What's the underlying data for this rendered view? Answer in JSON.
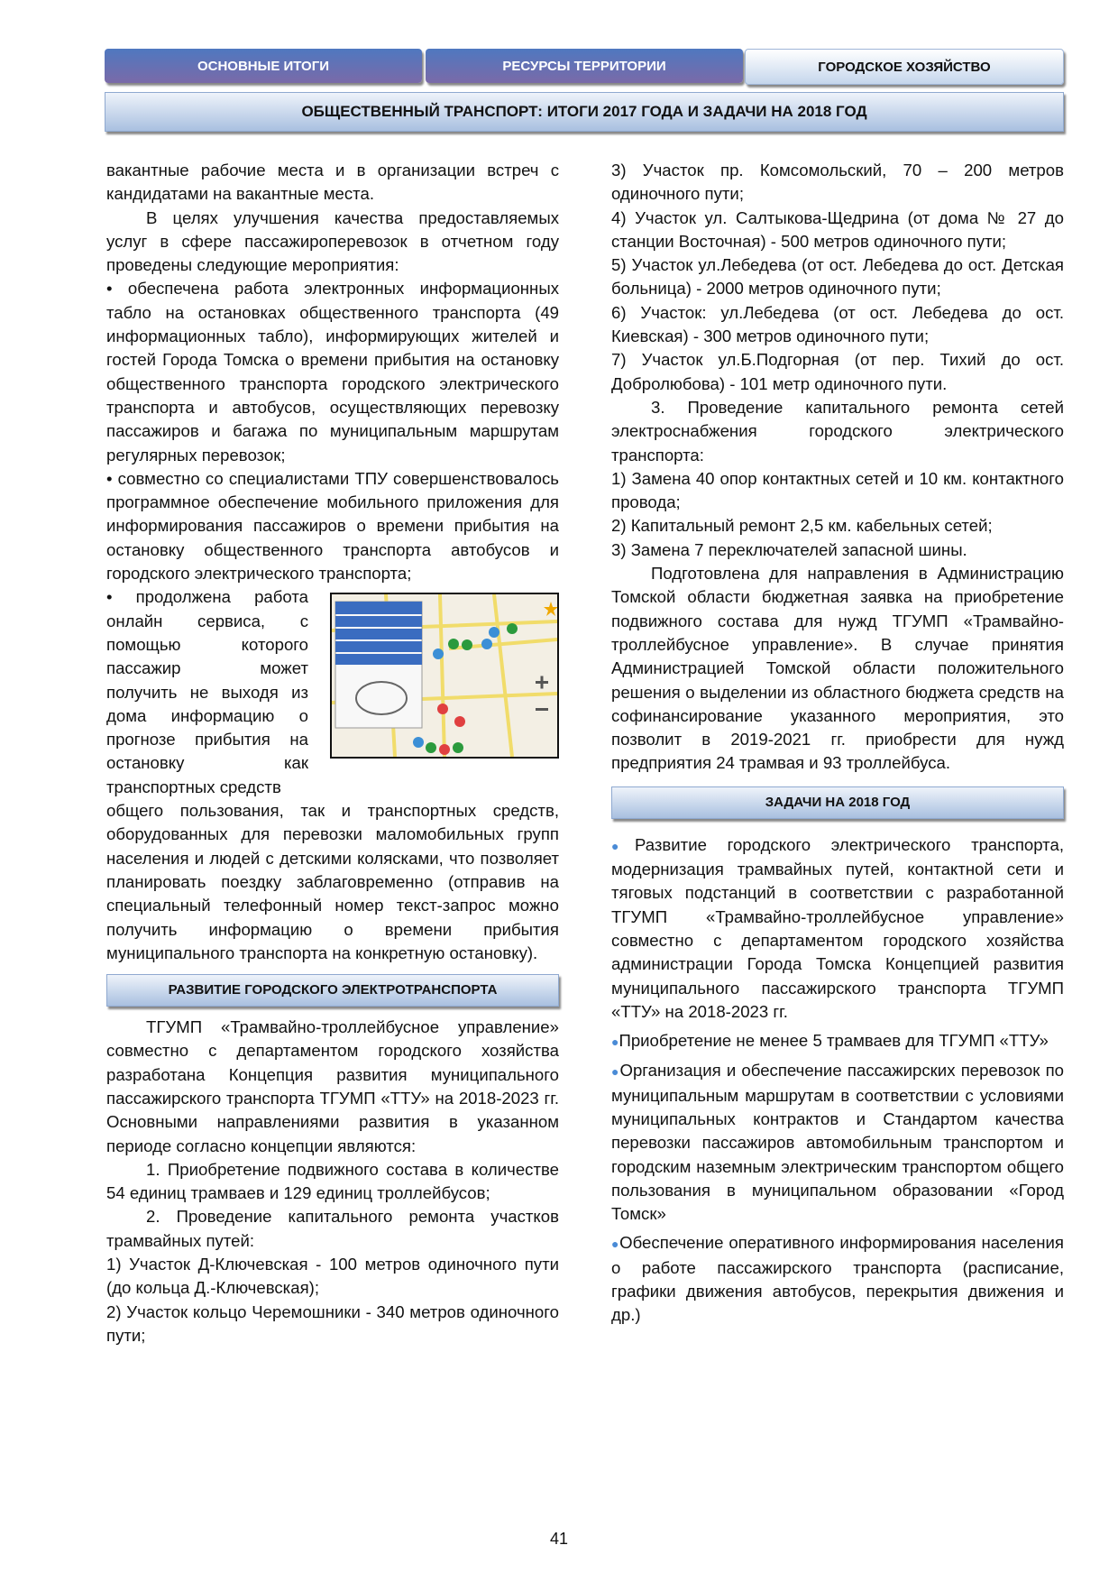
{
  "tabs": [
    "ОСНОВНЫЕ ИТОГИ",
    "РЕСУРСЫ ТЕРРИТОРИИ",
    "ГОРОДСКОЕ ХОЗЯЙСТВО"
  ],
  "title": "ОБЩЕСТВЕННЫЙ ТРАНСПОРТ: ИТОГИ 2017 ГОДА И ЗАДАЧИ НА 2018 ГОД",
  "left": {
    "p1": "вакантные рабочие места и в организации встреч с кандидатами на вакантные места.",
    "p2": "В целях улучшения качества предоставляемых услуг в сфере пассажироперевозок в отчетном году проведены следующие мероприятия:",
    "b1": "обеспечена работа электронных информационных табло на остановках общественного транспорта (49 информационных табло), информирующих жителей и гостей Города Томска о времени прибытия на остановку общественного транспорта городского электрического транспорта и автобусов, осуществляющих перевозку пассажиров и багажа по муниципальным маршрутам регулярных перевозок;",
    "b2": "совместно со специалистами ТПУ совершенствовалось программное обеспечение мобильного приложения для информирования пассажиров о времени прибытия на остановку общественного транспорта автобусов и городского электрического транспорта;",
    "b3a": "продолжена работа онлайн сервиса, с помощью которого пассажир может получить не выходя из дома информацию о прогнозе прибытия на остановку как транспортных средств",
    "b3b": "общего пользования, так и транспортных средств, оборудованных для перевозки маломобильных групп населения и людей с детскими колясками, что позволяет планировать поездку заблаговременно (отправив на специальный телефонный номер текст-запрос можно получить информацию о времени прибытия муниципального транспорта на конкретную остановку).",
    "section": "РАЗВИТИЕ ГОРОДСКОГО ЭЛЕКТРОТРАНСПОРТА",
    "p3": "ТГУМП «Трамвайно-троллейбусное управление» совместно с департаментом городского хозяйства разработана Концепция развития муниципального пассажирского транспорта ТГУМП «ТТУ» на 2018-2023 гг. Основными направлениями развития в указанном периоде согласно концепции являются:",
    "p4": "1. Приобретение подвижного состава в количестве 54 единиц трамваев и 129 единиц троллейбусов;",
    "p5": "2. Проведение капитального ремонта участков трамвайных путей:",
    "p6": "1) Участок Д-Ключевская - 100 метров одиночного пути (до кольца Д.-Ключевская);",
    "p7": "2) Участок кольцо Черемошники - 340 метров одиночного пути;"
  },
  "right": {
    "r1": "3) Участок пр. Комсомольский, 70 – 200 метров одиночного пути;",
    "r2": "4) Участок ул. Салтыкова-Щедрина (от дома № 27 до станции Восточная) - 500 метров одиночного пути;",
    "r3": "5) Участок ул.Лебедева (от ост. Лебедева до ост. Детская больница) - 2000 метров одиночного пути;",
    "r4": "6) Участок: ул.Лебедева (от ост. Лебедева до ост. Киевская) - 300 метров одиночного пути;",
    "r5": "7) Участок ул.Б.Подгорная (от пер. Тихий до ост. Добролюбова) - 101 метр одиночного пути.",
    "r6": "3. Проведение капитального ремонта сетей электроснабжения городского электрического транспорта:",
    "r7": "1) Замена 40 опор контактных сетей и 10 км. контактного провода;",
    "r8": "2) Капитальный ремонт 2,5 км. кабельных сетей;",
    "r9": "3) Замена 7 переключателей запасной шины.",
    "r10": "Подготовлена для направления в Администрацию Томской области бюджетная заявка на приобретение подвижного состава для нужд ТГУМП «Трамвайно-троллейбусное управление». В случае принятия Администрацией Томской области положительного решения о выделении из областного бюджета средств на софинансирование указанного мероприятия, это позволит в 2019-2021 гг. приобрести для нужд предприятия 24 трамвая и 93 троллейбуса.",
    "section": "ЗАДАЧИ НА 2018 ГОД",
    "t1": "Развитие городского электрического транспорта, модернизация трамвайных путей, контактной сети и тяговых подстанций в соответствии с разработанной ТГУМП «Трамвайно-троллейбусное управление» совместно с департаментом городского хозяйства администрации Города Томска Концепцией развития муниципального пассажирского транспорта ТГУМП «ТТУ» на 2018-2023 гг.",
    "t2": "Приобретение не менее 5 трамваев для ТГУМП «ТТУ»",
    "t3": "Организация и обеспечение пассажирских перевозок по муниципальным маршрутам в соответствии с условиями муниципальных контрактов и Стандартом качества перевозки пассажиров автомобильным транспортом и городским наземным электрическим транспортом общего пользования в муниципальном образовании «Город Томск»",
    "t4": "Обеспечение оперативного информирования населения о работе пассажирского транспорта (расписание, графики движения автобусов, перекрытия движения и др.)"
  },
  "page_number": "41"
}
